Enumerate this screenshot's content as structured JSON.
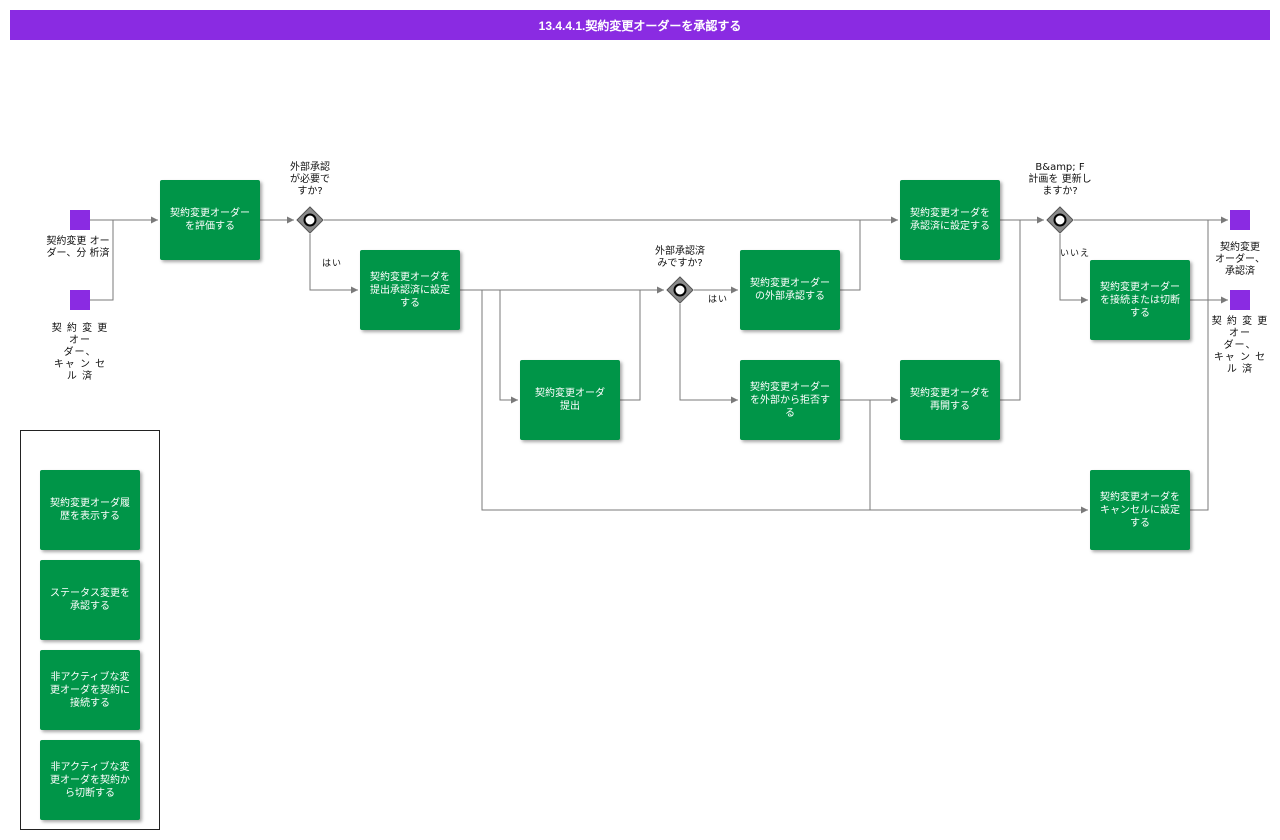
{
  "title": "13.4.4.1.契約変更オーダーを承認する",
  "colors": {
    "header": "#8a2be2",
    "task": "#009548",
    "event": "#8a2be2",
    "gateway": "#8c8c8c",
    "connector": "#7a7a7a"
  },
  "events": {
    "start_analyzed": "契約変更 オー\nダー、分 析済",
    "start_cancelled": "契 約 変 更\nオー\nダー、\nキャ ン セ\nル 済",
    "end_approved": "契約変更\nオーダー、\n承認済",
    "end_cancelled": "契 約 変 更\nオー\nダー、\nキャ ン セ\nル 済"
  },
  "gateways": {
    "external_required": "外部承認\nが必要で\nすか?",
    "external_approved": "外部承認済\nみですか?",
    "update_plan": "B&amp; F\n計画を 更新し\nますか?"
  },
  "flow_labels": {
    "yes_1": "はい",
    "yes_2": "はい",
    "no_1": "いいえ"
  },
  "tasks": {
    "evaluate": "契約変更オーダー\nを評価する",
    "set_pending": "契約変更オーダを\n提出承認済に設定\nする",
    "submit": "契約変更オーダ\n提出",
    "external_approve": "契約変更オーダー\nの外部承認する",
    "external_reject": "契約変更オーダー\nを外部から拒否す\nる",
    "set_approved": "契約変更オーダを\n承認済に設定する",
    "reopen": "契約変更オーダを\n再開する",
    "link_or_unlink": "契約変更オーダー\nを接続または切断\nする",
    "set_cancelled": "契約変更オーダを\nキャンセルに設定\nする"
  },
  "legend": {
    "items": [
      "契約変更オーダ履\n歴を表示する",
      "ステータス変更を\n承認する",
      "非アクティブな変\n更オーダを契約に\n接続する",
      "非アクティブな変\n更オーダを契約か\nら切断する"
    ]
  }
}
